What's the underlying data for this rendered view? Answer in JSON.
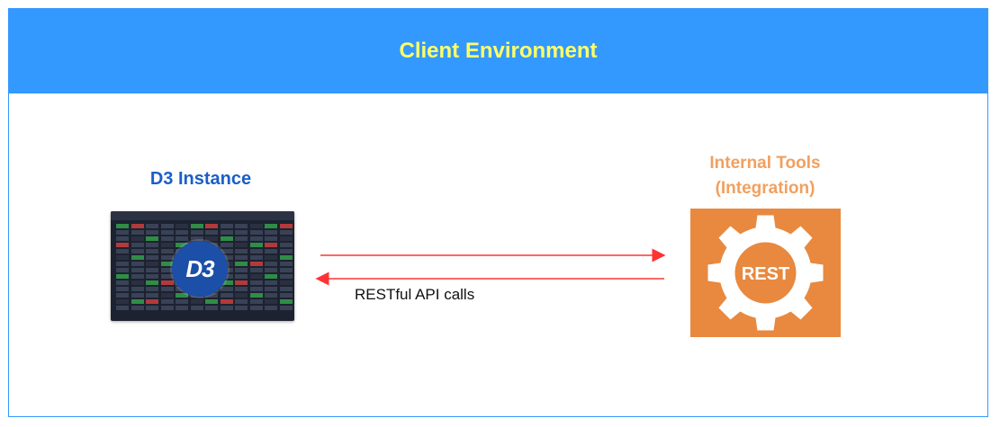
{
  "banner": {
    "title": "Client Environment"
  },
  "d3": {
    "title": "D3 Instance",
    "logo_text": "D3"
  },
  "tools": {
    "title_line1": "Internal Tools",
    "title_line2": "(Integration)",
    "badge_text": "REST"
  },
  "connector": {
    "label": "RESTful API calls"
  },
  "colors": {
    "banner_bg": "#3399ff",
    "banner_text": "#ffff66",
    "d3_title": "#1a5fc7",
    "tools_title": "#f0a060",
    "rest_bg": "#e8893f",
    "arrow": "#ff3333"
  }
}
